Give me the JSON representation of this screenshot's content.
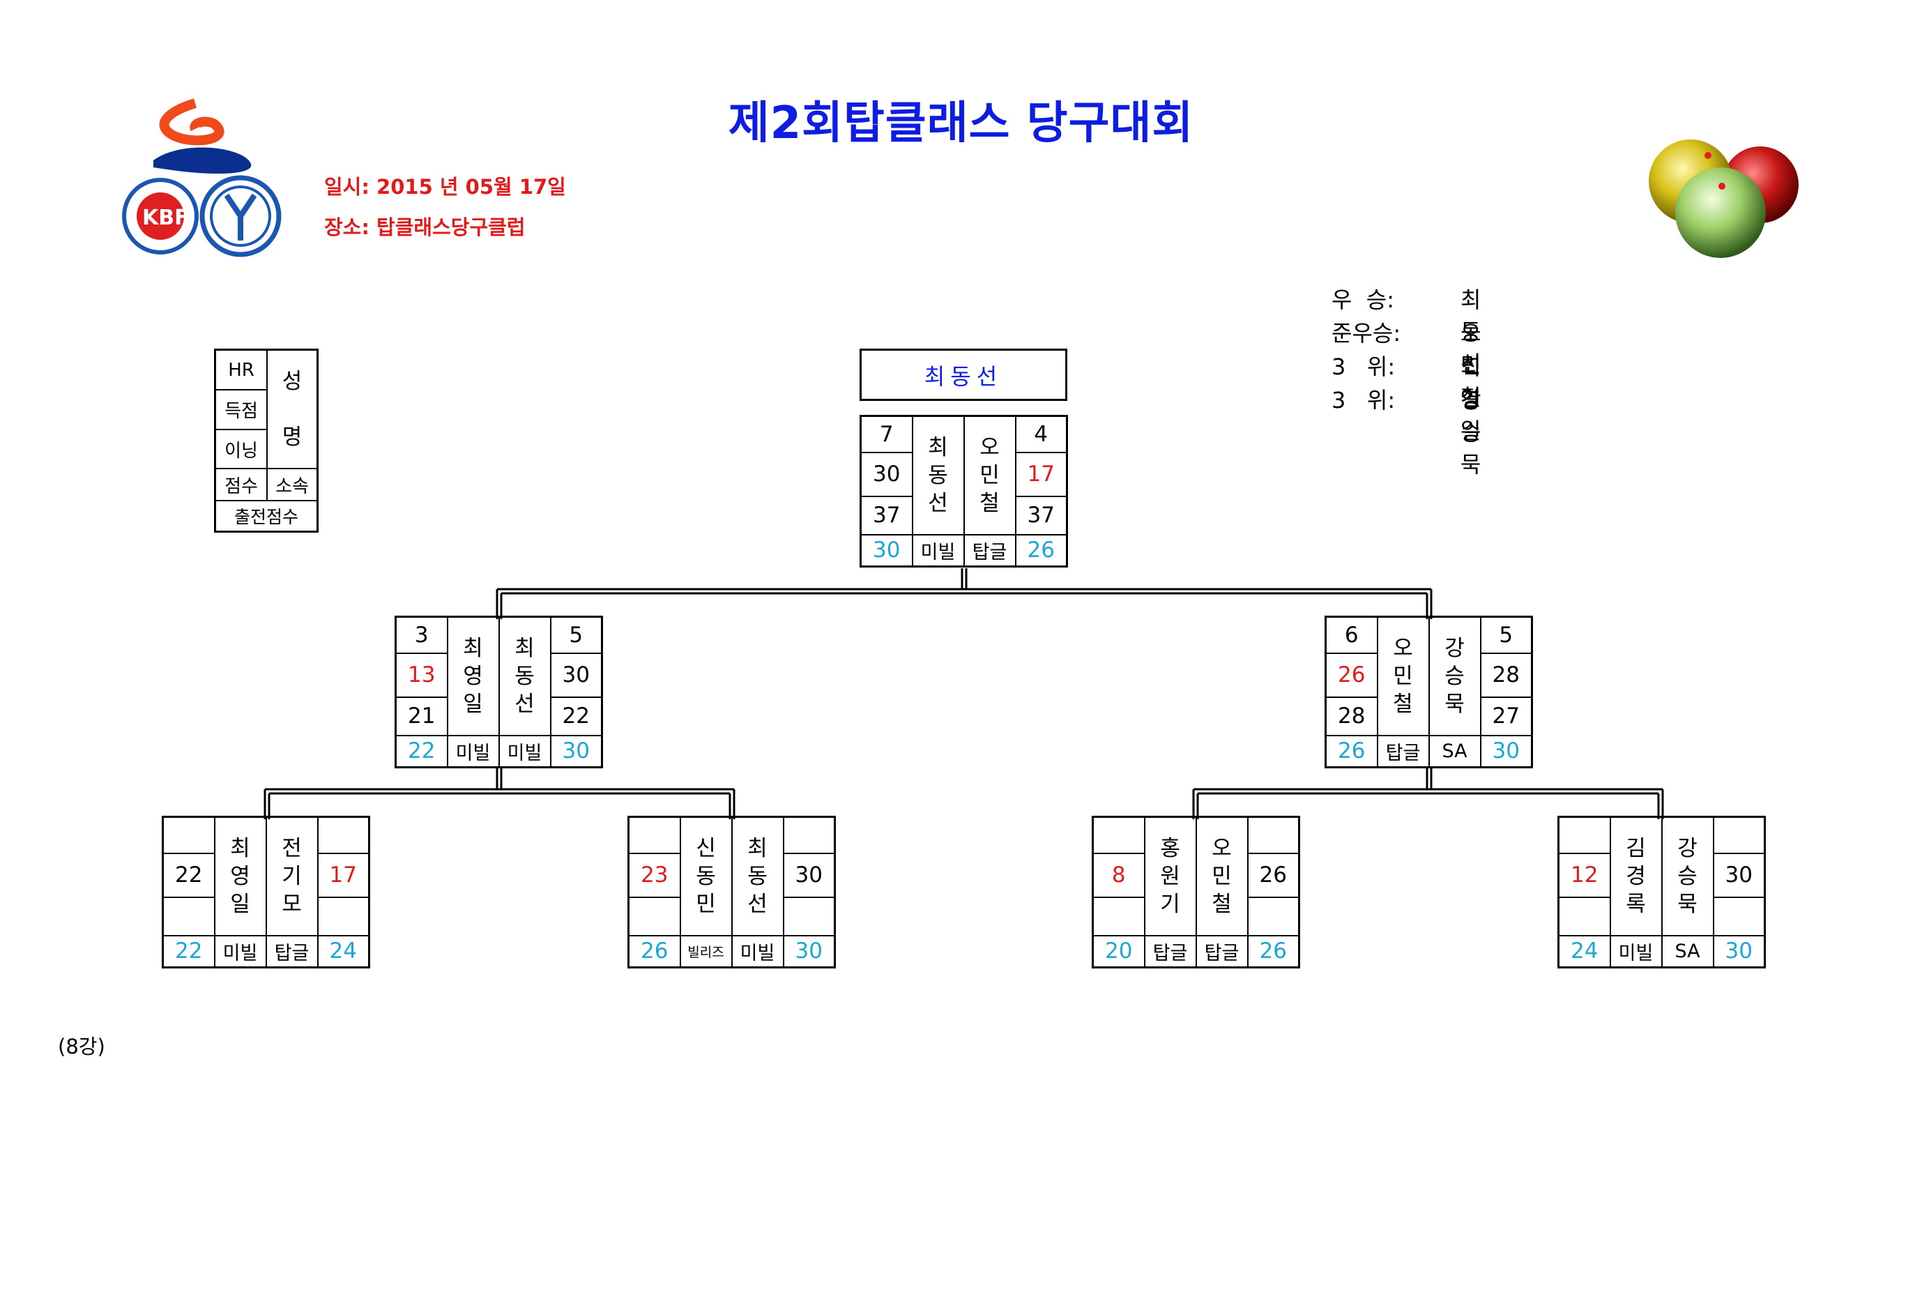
{
  "title": "제2회탑클래스 당구대회",
  "event": {
    "date": "일시: 2015 년 05월 17일",
    "venue": "장소: 탑클래스당구클럽"
  },
  "results": [
    {
      "label": "우  승:",
      "name": "최동선"
    },
    {
      "label": "준우승:",
      "name": "오민철"
    },
    {
      "label": "3   위:",
      "name": "최영일"
    },
    {
      "label": "3   위:",
      "name": "강승묵"
    }
  ],
  "legend": {
    "hr": "HR",
    "points": "득점",
    "innings": "이닝",
    "score": "점수",
    "affiliation": "소속",
    "start_score": "출전점수",
    "name": "성\n명"
  },
  "champion": "최동선",
  "final": {
    "left": {
      "hr": "7",
      "points": "30",
      "innings": "37",
      "start": "30",
      "name": "최동선",
      "aff": "미빌"
    },
    "right": {
      "hr": "4",
      "points": "17",
      "innings": "37",
      "start": "26",
      "name": "오민철",
      "aff": "탑글"
    }
  },
  "semis": [
    {
      "left": {
        "hr": "3",
        "points": "13",
        "innings": "21",
        "start": "22",
        "name": "최영일",
        "aff": "미빌"
      },
      "right": {
        "hr": "5",
        "points": "30",
        "innings": "22",
        "start": "30",
        "name": "최동선",
        "aff": "미빌"
      }
    },
    {
      "left": {
        "hr": "6",
        "points": "26",
        "innings": "28",
        "start": "26",
        "name": "오민철",
        "aff": "탑글"
      },
      "right": {
        "hr": "5",
        "points": "28",
        "innings": "27",
        "start": "30",
        "name": "강승묵",
        "aff": "SA"
      }
    }
  ],
  "quarters": [
    {
      "left": {
        "points": "22",
        "start": "22",
        "name": "최영일",
        "aff": "미빌"
      },
      "right": {
        "points": "17",
        "start": "24",
        "name": "전기모",
        "aff": "탑글"
      }
    },
    {
      "left": {
        "points": "23",
        "start": "26",
        "name": "신동민",
        "aff": "빌리즈"
      },
      "right": {
        "points": "30",
        "start": "30",
        "name": "최동선",
        "aff": "미빌"
      }
    },
    {
      "left": {
        "points": "8",
        "start": "20",
        "name": "홍원기",
        "aff": "탑글"
      },
      "right": {
        "points": "26",
        "start": "26",
        "name": "오민철",
        "aff": "탑글"
      }
    },
    {
      "left": {
        "points": "12",
        "start": "24",
        "name": "김경록",
        "aff": "미빌"
      },
      "right": {
        "points": "30",
        "start": "30",
        "name": "강승묵",
        "aff": "SA"
      }
    }
  ],
  "round_note": "(8강)"
}
